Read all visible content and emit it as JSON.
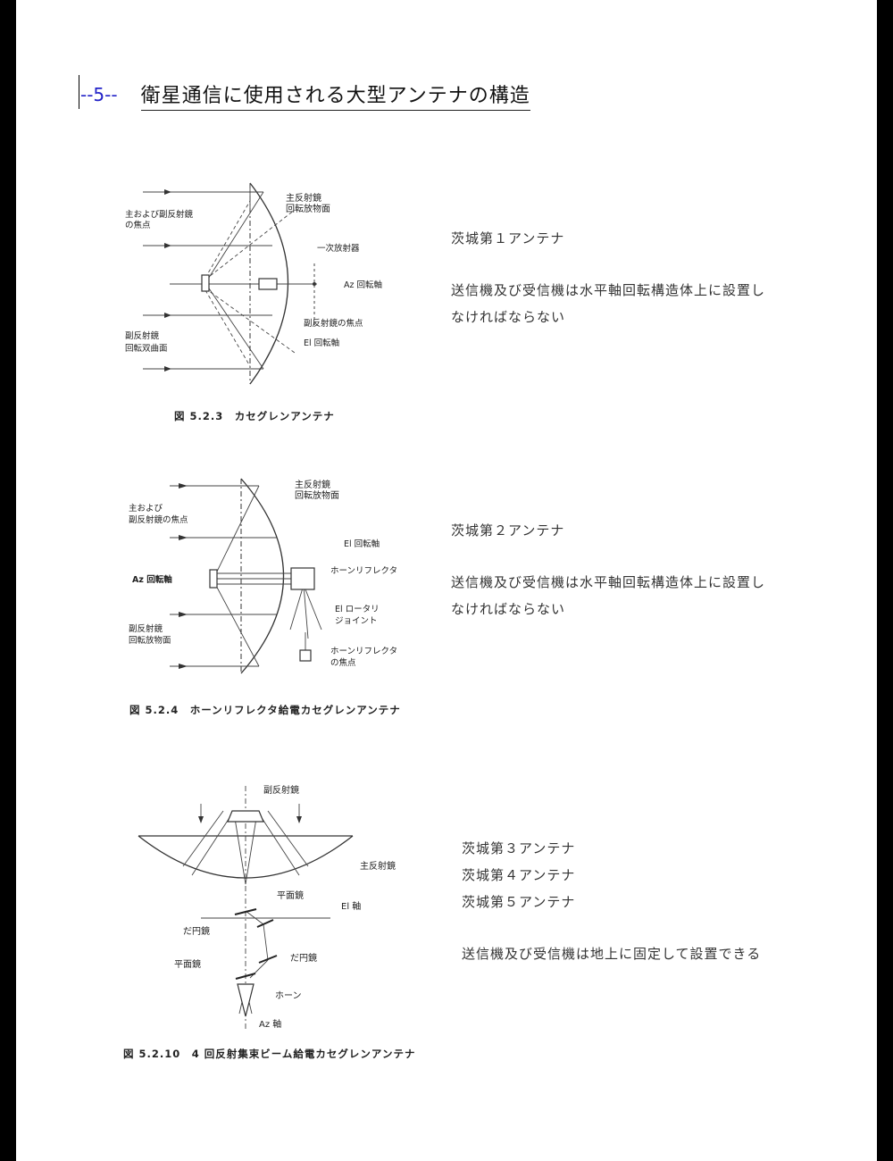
{
  "header": {
    "page_number": "--5--",
    "title": "衛星通信に使用される大型アンテナの構造"
  },
  "figure1": {
    "caption": "図 5.2.3　カセグレンアンテナ",
    "labels": {
      "main_reflector": "主反射鏡",
      "main_reflector_shape": "回転放物面",
      "focus_a": "主および副反射鏡",
      "focus_b": "の焦点",
      "primary_radiator": "一次放射器",
      "az_axis": "Az 回転軸",
      "sub_focus": "副反射鏡の焦点",
      "el_axis": "El 回転軸",
      "sub_reflector": "副反射鏡",
      "sub_reflector_shape": "回転双曲面"
    }
  },
  "figure2": {
    "caption": "図 5.2.4　ホーンリフレクタ給電カセグレンアンテナ",
    "labels": {
      "main_reflector": "主反射鏡",
      "main_reflector_shape": "回転放物面",
      "focus_a": "主および",
      "focus_b": "副反射鏡の焦点",
      "el_axis": "El 回転軸",
      "horn_reflector": "ホーンリフレクタ",
      "az_axis": "Az 回転軸",
      "rotary_a": "El ロータリ",
      "rotary_b": "ジョイント",
      "sub_reflector": "副反射鏡",
      "sub_reflector_shape": "回転放物面",
      "horn_focus_a": "ホーンリフレクタ",
      "horn_focus_b": "の焦点"
    }
  },
  "figure3": {
    "caption": "図 5.2.10　4 回反射集束ビーム給電カセグレンアンテナ",
    "labels": {
      "sub_reflector": "副反射鏡",
      "main_reflector": "主反射鏡",
      "plane_mirror_1": "平面鏡",
      "el_axis": "El 軸",
      "ellipse_mirror_1": "だ円鏡",
      "ellipse_mirror_2": "だ円鏡",
      "plane_mirror_2": "平面鏡",
      "horn": "ホーン",
      "az_axis": "Az 軸"
    }
  },
  "sections": [
    {
      "names": [
        "茨城第１アンテナ"
      ],
      "description": [
        "送信機及び受信機は水平軸回転構造体上に設置し",
        "なければならない"
      ]
    },
    {
      "names": [
        "茨城第２アンテナ"
      ],
      "description": [
        "送信機及び受信機は水平軸回転構造体上に設置し",
        "なければならない"
      ]
    },
    {
      "names": [
        "茨城第３アンテナ",
        "茨城第４アンテナ",
        "茨城第５アンテナ"
      ],
      "description": [
        "送信機及び受信機は地上に固定して設置できる"
      ]
    }
  ]
}
